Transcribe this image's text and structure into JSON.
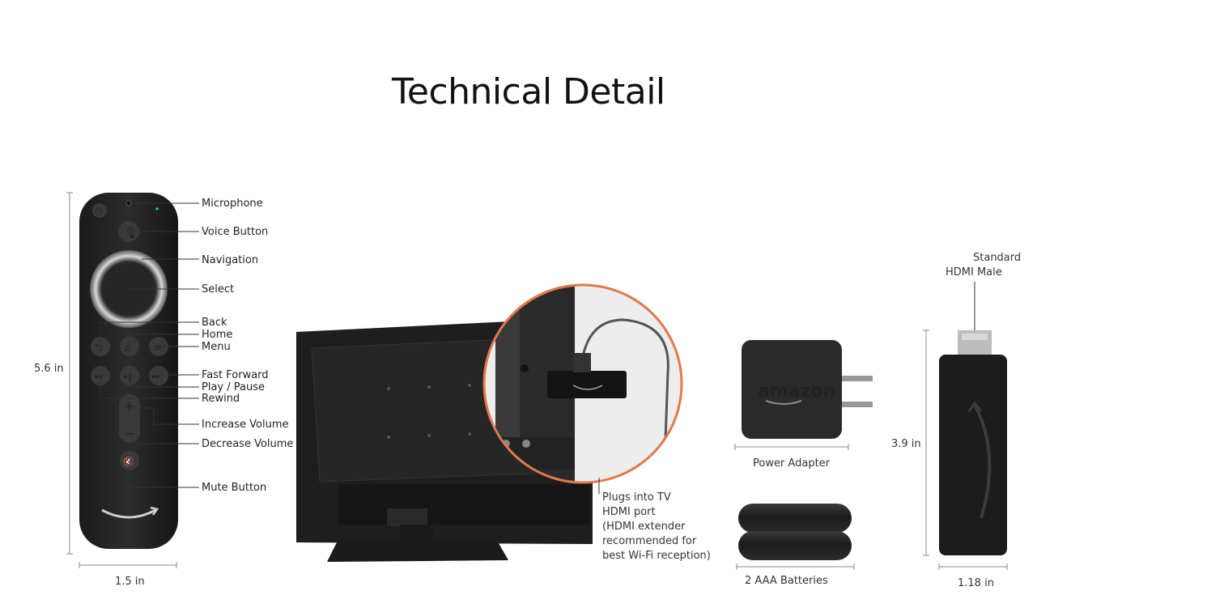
{
  "page": {
    "title": "Technical Detail"
  },
  "remote": {
    "callouts": {
      "microphone": "Microphone",
      "voice_button": "Voice Button",
      "navigation": "Navigation",
      "select": "Select",
      "back": "Back",
      "home": "Home",
      "menu": "Menu",
      "fast_forward": "Fast Forward",
      "play_pause": "Play / Pause",
      "rewind": "Rewind",
      "increase_volume": "Increase Volume",
      "decrease_volume": "Decrease Volume",
      "mute_button": "Mute Button"
    },
    "height": "5.6 in",
    "width": "1.5 in"
  },
  "tv": {
    "caption_lines": [
      "Plugs into TV",
      "HDMI port",
      "(HDMI extender",
      "recommended for",
      "best Wi-Fi reception)"
    ]
  },
  "adapter": {
    "caption": "Power Adapter",
    "brand": "amazon"
  },
  "batteries": {
    "caption": "2 AAA Batteries"
  },
  "stick": {
    "connector_label": [
      "Standard",
      "HDMI Male"
    ],
    "height": "3.9 in",
    "width": "1.18 in"
  },
  "colors": {
    "accent_orange": "#e07a4a",
    "device_black": "#1e1e1e"
  }
}
